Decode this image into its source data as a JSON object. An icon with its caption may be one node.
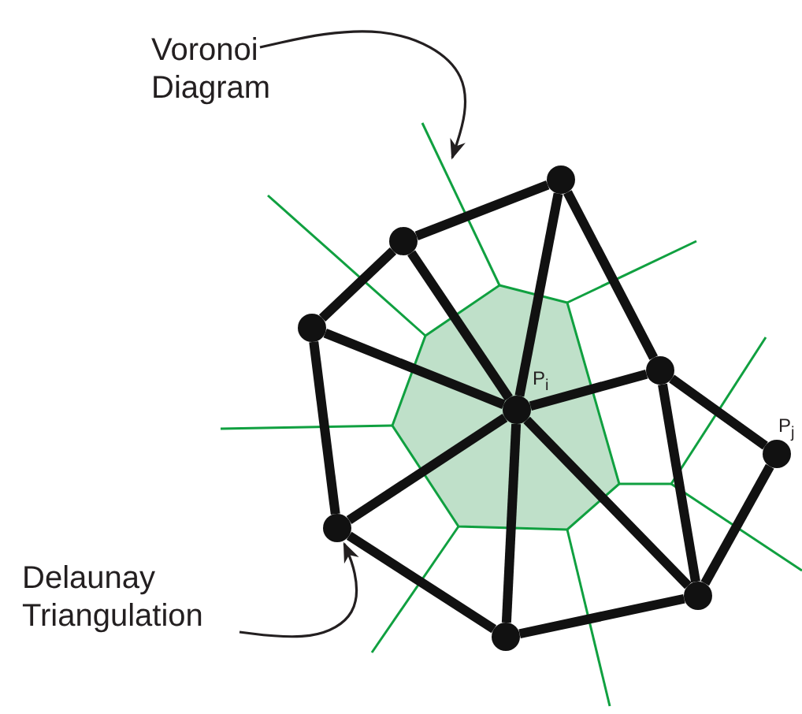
{
  "diagram": {
    "nodes": [
      {
        "text": [
          "Voronoi Diagram"
        ]
      },
      {
        "text": [
          "Delaunay Triangulation"
        ]
      },
      {
        "text": [],
        "shape": "circle"
      },
      {
        "text": [],
        "shape": "circle"
      },
      {
        "text": [],
        "shape": "circle"
      },
      {
        "text": [],
        "shape": "circle",
        "beside": [
          "P$_{i}$"
        ]
      },
      {
        "text": [],
        "shape": "circle"
      },
      {
        "text": [],
        "shape": "circle",
        "beside": [
          "P$_{j}$"
        ]
      },
      {
        "text": [],
        "shape": "circle"
      },
      {
        "text": [],
        "shape": "circle"
      },
      {
        "text": [],
        "shape": "circle"
      }
    ],
    "edges": [
      {
        "from": 0,
        "to": null,
        "arrow": "to"
      },
      {
        "from": 1,
        "to": 8,
        "arrow": "to"
      },
      {
        "from": 2,
        "to": 3,
        "arrow": "none"
      },
      {
        "from": 3,
        "to": 6,
        "arrow": "none"
      },
      {
        "from": 6,
        "to": 7,
        "arrow": "none"
      },
      {
        "from": 7,
        "to": 9,
        "arrow": "none"
      },
      {
        "from": 9,
        "to": 10,
        "arrow": "none"
      },
      {
        "from": 10,
        "to": 8,
        "arrow": "none"
      },
      {
        "from": 8,
        "to": 4,
        "arrow": "none"
      },
      {
        "from": 4,
        "to": 2,
        "arrow": "none"
      },
      {
        "from": 6,
        "to": 9,
        "arrow": "none"
      },
      {
        "from": 5,
        "to": 2,
        "arrow": "none"
      },
      {
        "from": 5,
        "to": 3,
        "arrow": "none"
      },
      {
        "from": 5,
        "to": 4,
        "arrow": "none"
      },
      {
        "from": 5,
        "to": 6,
        "arrow": "none"
      },
      {
        "from": 5,
        "to": 8,
        "arrow": "none"
      },
      {
        "from": 5,
        "to": 10,
        "arrow": "none"
      },
      {
        "from": 5,
        "to": 9,
        "arrow": "none"
      }
    ]
  }
}
